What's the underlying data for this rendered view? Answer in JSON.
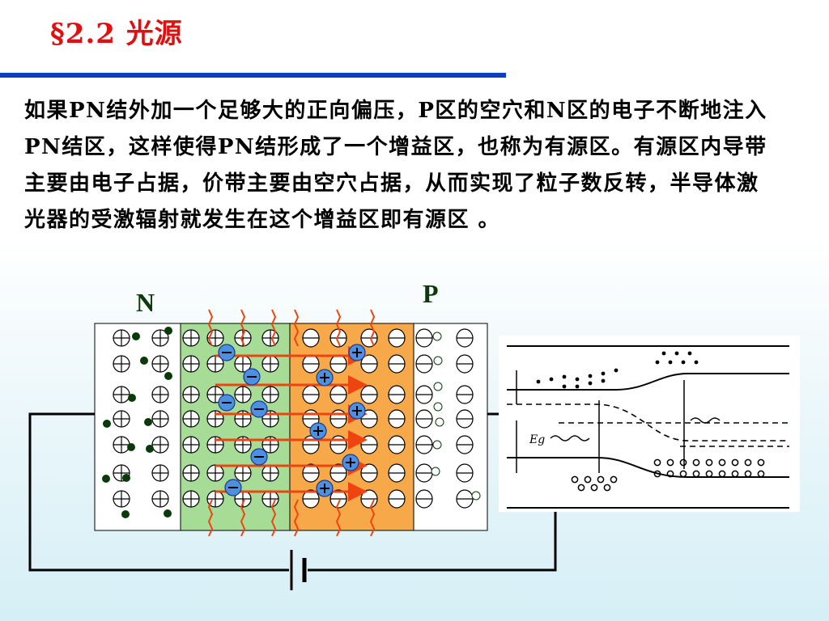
{
  "slide": {
    "title": "§2.2  光源",
    "body": "如果PN结外加一个足够大的正向偏压，P区的空穴和N区的电子不断地注入PN结区，这样使得PN结形成了一个增益区，也称为有源区。有源区内导带主要由电子占据，价带主要由空穴占据，从而实现了粒子数反转，半导体激光器的受激辐射就发生在这个增益区即有源区 。"
  },
  "diagram": {
    "n_label": "N",
    "p_label": "P",
    "band_label": "Eg",
    "colors": {
      "title": "#e01010",
      "rule": "#0b3fc2",
      "n_active": "#a6dc96",
      "p_active": "#f7a94a",
      "arrow": "#ee4411",
      "carrier": "#4f8fe0"
    }
  }
}
